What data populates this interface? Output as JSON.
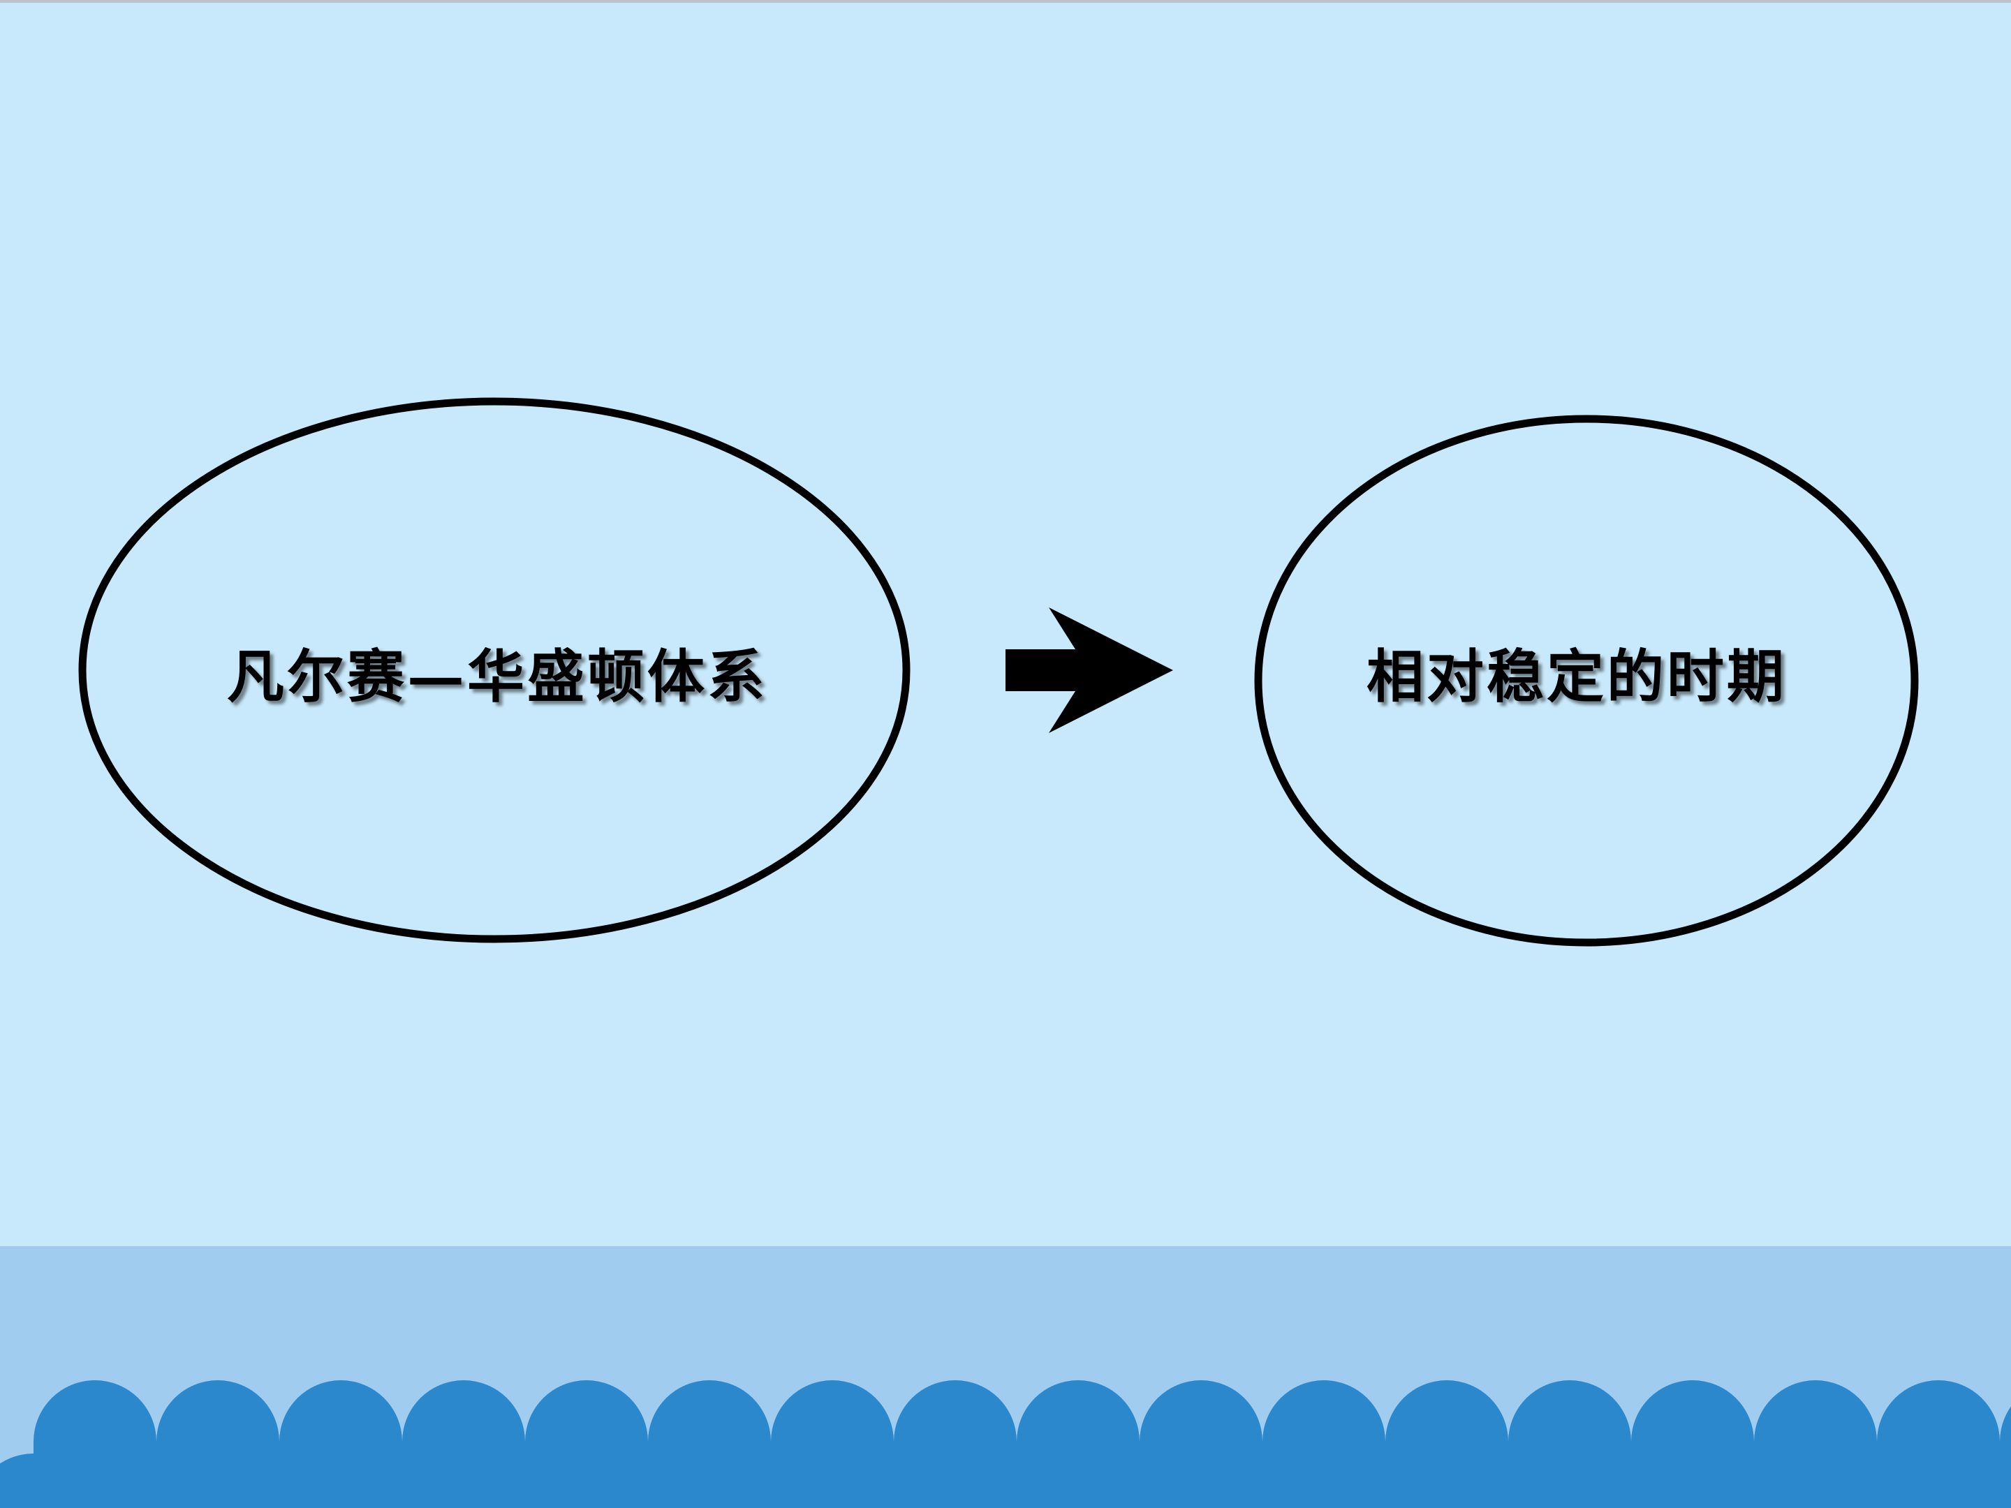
{
  "diagram": {
    "nodes": [
      {
        "id": "left",
        "label": "凡尔赛—华盛顿体系"
      },
      {
        "id": "right",
        "label": "相对稳定的时期"
      }
    ],
    "edges": [
      {
        "from": "left",
        "to": "right",
        "style": "block-arrow"
      }
    ]
  },
  "colors": {
    "background": "#c8e9fb",
    "band": "#a0ccf0",
    "waves": "#2b88cd",
    "stroke": "#000000"
  }
}
